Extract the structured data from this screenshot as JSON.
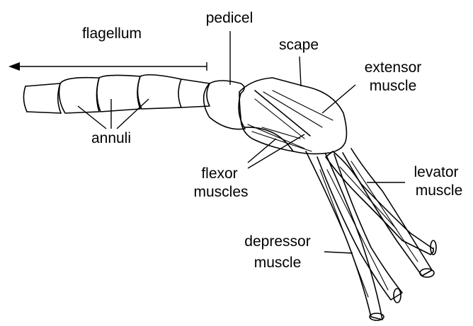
{
  "labels": {
    "flagellum": "flagellum",
    "pedicel": "pedicel",
    "scape": "scape",
    "extensor": "extensor",
    "extensor_muscle": "muscle",
    "annuli": "annuli",
    "flexor": "flexor",
    "flexor_muscles": "muscles",
    "levator": "levator",
    "levator_muscle": "muscle",
    "depressor": "depressor",
    "depressor_muscle": "muscle"
  }
}
